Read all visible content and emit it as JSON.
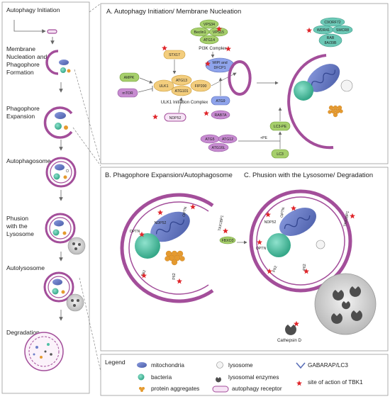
{
  "stages": {
    "initiation": "Autophagy Initiation",
    "nucleation": "Membrane Nucleation and Phagophore Formation",
    "nucleation_lines": [
      "Membrane",
      "Nucleation and",
      "Phagophore",
      "Formation"
    ],
    "expansion_lines": [
      "Phagophore",
      "Expansion"
    ],
    "autophagosome": "Autophagosome",
    "phusion_lines": [
      "Phusion",
      "with the",
      "Lysosome"
    ],
    "autolysosome": "Autolysosome",
    "degradation": "Degradation"
  },
  "panel_a": {
    "title": "A.   Autophagy Initiation/ Membrane Nucleation",
    "proteins": {
      "stx17": "STX17",
      "ampk": "AMPK",
      "mtor": "mTOR",
      "ulk1": "ULK1",
      "atg13": "ATG13",
      "atg101": "ATG101",
      "fip200": "FIP200",
      "ndp52": "NDP52",
      "vps34": "VPS34",
      "beclin1": "Beclin1",
      "vps15": "VPS15",
      "atg14": "ATG14",
      "wipi_line1": "WIPI and",
      "wipi_line2": "DFCP1",
      "atg9": "ATG9",
      "rab7a": "RAB7A",
      "atg5": "ATG5",
      "atg12": "ATG12",
      "atg16l": "ATG16L",
      "lc3pe": "LC3-PE",
      "lc3": "LC3",
      "pe": "+PE",
      "c9orf72": "C9ORF72",
      "wdr41": "WDR41",
      "smcr8": "SMCR8",
      "rab_line1": "RAB",
      "rab_line2": "8A/39B"
    },
    "complex_ulk1": "ULK1 Initiation Complex",
    "complex_pi3k": "PI3K Complex"
  },
  "panel_b": {
    "title": "B. Phagophore Expansion/Autophagosome",
    "receptors": {
      "optn": "OPTN",
      "ndp52": "NDP52",
      "p62": "P62",
      "tax1bp1": "TAX1BP1",
      "fbxo3": "FBXO3"
    }
  },
  "panel_c": {
    "title": "C. Phusion with the Lysosome/ Degradation",
    "cathepsin": "Cathepsin D"
  },
  "legend": {
    "title": "Legend",
    "items": [
      "mitochondria",
      "bacteria",
      "protein aggregates",
      "lysosome",
      "lysosomal enzymes",
      "autophagy receptor",
      "GABARAP/LC3",
      "site of action of TBK1"
    ]
  },
  "colors": {
    "membrane": "#a34e9a",
    "mitochondria": "#6c7fc9",
    "bacteria": "#4fc1a6",
    "aggregates": "#e59a2f",
    "ulk_complex": "#f3cd7d",
    "pi3k_complex": "#a6cf6b",
    "mtor": "#c78bd1",
    "wipi": "#8fa4ec",
    "c9orf72": "#6cc8b6",
    "tbk1_star": "#e0262b",
    "lysosome": "#c9c9c9"
  }
}
